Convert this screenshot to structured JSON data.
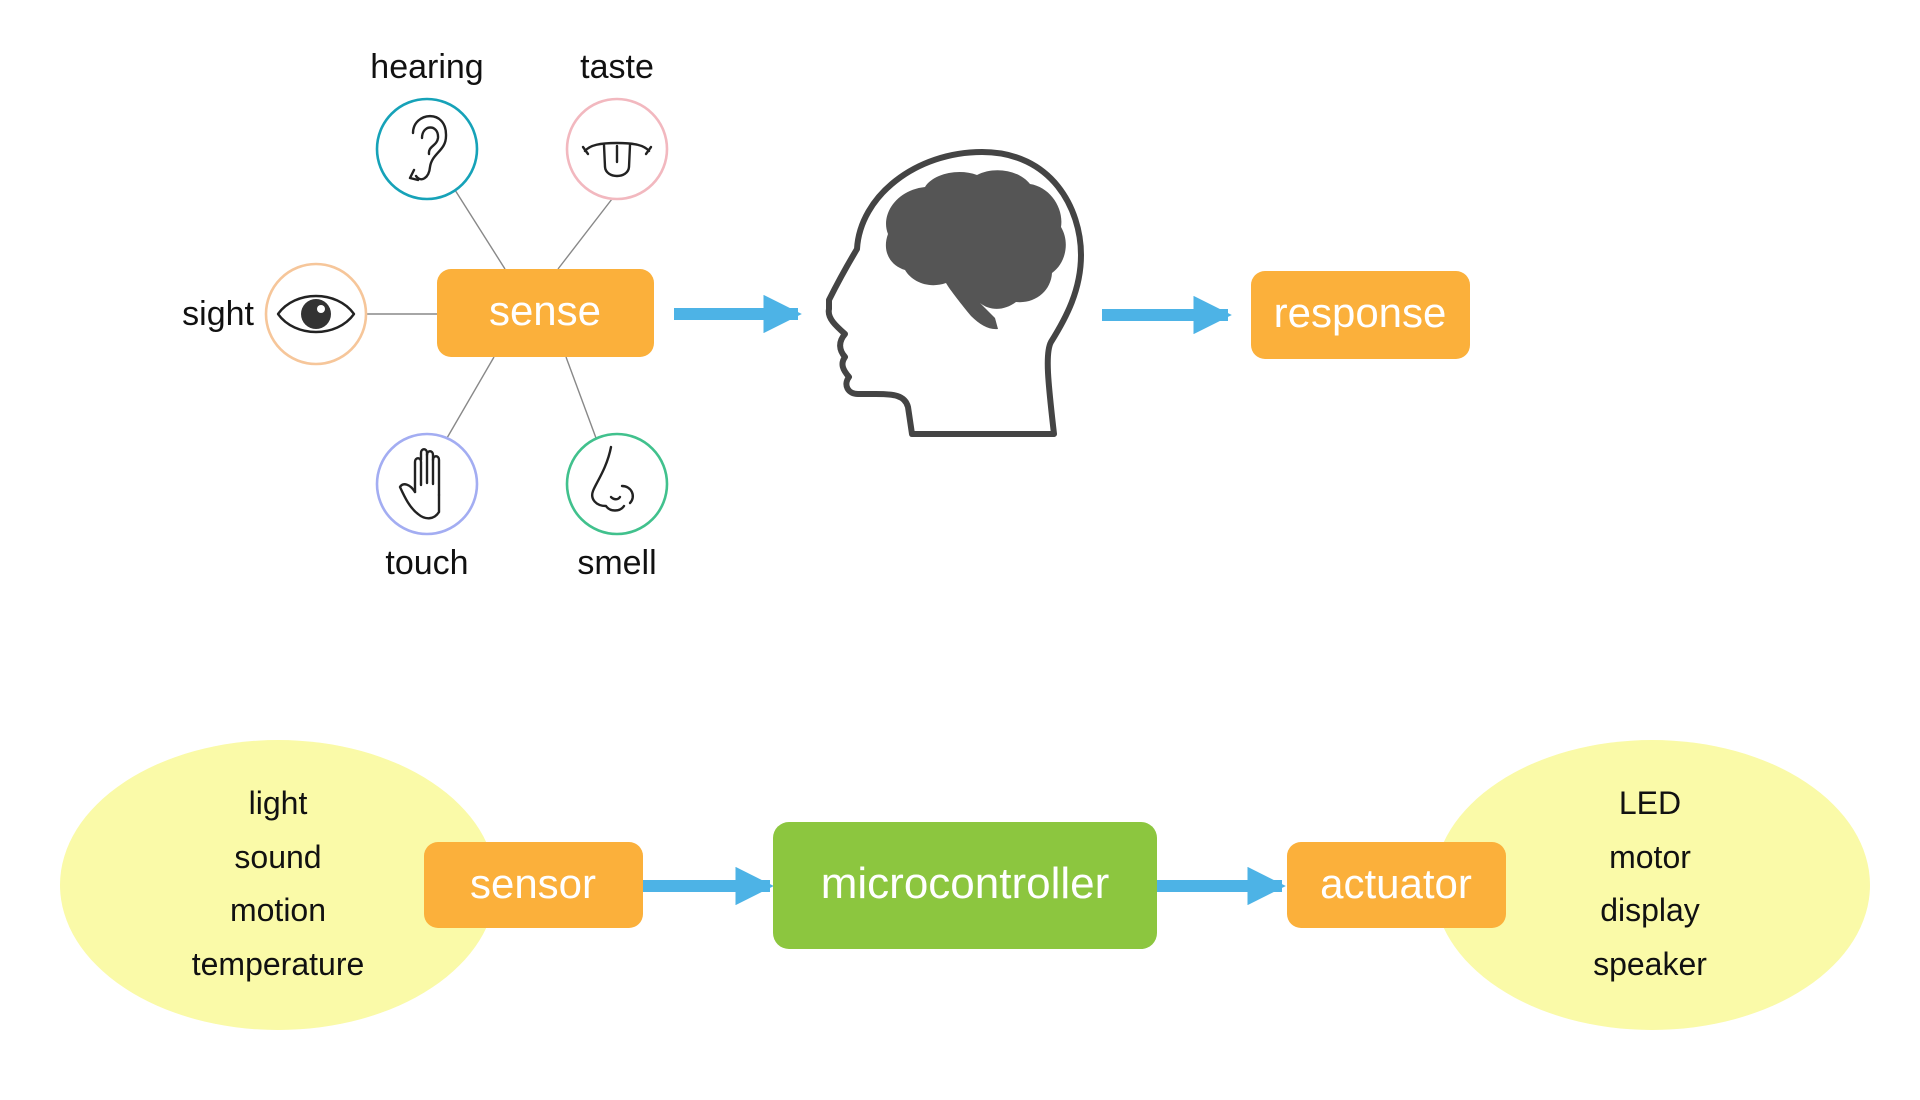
{
  "colors": {
    "box": "#fbb03b",
    "micro": "#8cc63f",
    "arrow": "#4db3e6",
    "bubble": "#fafaa8",
    "connector": "#888888",
    "head": "#444444"
  },
  "top": {
    "sense_box": "sense",
    "response_box": "response",
    "head_icon": "head-with-brain-icon",
    "senses": [
      {
        "label": "hearing",
        "icon": "ear-icon",
        "ring": "#16a2b8"
      },
      {
        "label": "taste",
        "icon": "tongue-icon",
        "ring": "#f2b8bf"
      },
      {
        "label": "sight",
        "icon": "eye-icon",
        "ring": "#f6c69a"
      },
      {
        "label": "touch",
        "icon": "hand-icon",
        "ring": "#a3adf2"
      },
      {
        "label": "smell",
        "icon": "nose-icon",
        "ring": "#41c18d"
      }
    ]
  },
  "bottom": {
    "sensor_box": "sensor",
    "micro_box": "microcontroller",
    "actuator_box": "actuator",
    "inputs": [
      "light",
      "sound",
      "motion",
      "temperature"
    ],
    "outputs": [
      "LED",
      "motor",
      "display",
      "speaker"
    ]
  }
}
